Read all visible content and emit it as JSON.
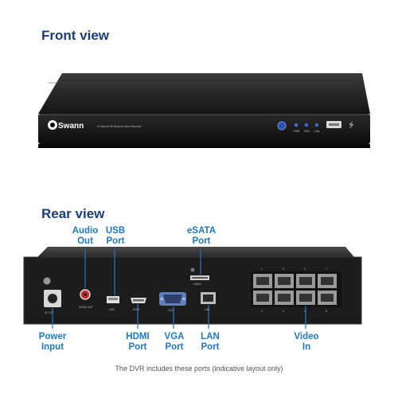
{
  "front": {
    "heading": "Front view",
    "brand": "Swann",
    "model_text": "8 Channel HD Network Video Recorder",
    "led_labels": [
      "PWR",
      "HDD",
      "LAN"
    ]
  },
  "rear": {
    "heading": "Rear view",
    "port_texts": {
      "power": "DC 12V",
      "audio": "AUDIO OUT",
      "usb": "USB",
      "hdmi": "HDMI",
      "vga": "VGA",
      "lan": "LAN",
      "esata": "eSATA",
      "poe_top": [
        "1",
        "3",
        "5",
        "7"
      ],
      "poe_bottom": [
        "2",
        "4",
        "6",
        "8"
      ]
    },
    "labels": {
      "audio_out": [
        "Audio",
        "Out"
      ],
      "usb_port": [
        "USB",
        "Port"
      ],
      "esata_port": [
        "eSATA",
        "Port"
      ],
      "power_input": [
        "Power",
        "Input"
      ],
      "hdmi_port": [
        "HDMI",
        "Port"
      ],
      "vga_port": [
        "VGA",
        "Port"
      ],
      "lan_port": [
        "LAN",
        "Port"
      ],
      "video_in": [
        "Video",
        "In"
      ]
    }
  },
  "caption": "The DVR includes these ports (indicative layout only)",
  "colors": {
    "heading": "#1a3f78",
    "label": "#1f78c6",
    "device": "#1c1c1c"
  }
}
